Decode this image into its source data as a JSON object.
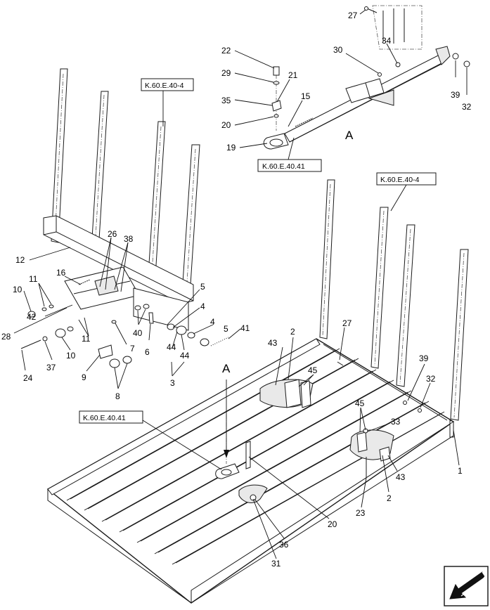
{
  "diagram": {
    "view_label": "A",
    "refs": [
      "K.60.E.40-4",
      "K.60.E.40.41",
      "K.60.E.40-4",
      "K.60.E.40.41"
    ],
    "callouts": [
      "27",
      "34",
      "22",
      "30",
      "29",
      "21",
      "35",
      "15",
      "39",
      "32",
      "20",
      "19",
      "26",
      "38",
      "12",
      "16",
      "11",
      "10",
      "5",
      "4",
      "28",
      "42",
      "40",
      "4",
      "5",
      "41",
      "11",
      "7",
      "6",
      "44",
      "44",
      "24",
      "37",
      "10",
      "9",
      "8",
      "3",
      "2",
      "27",
      "43",
      "45",
      "39",
      "32",
      "45",
      "33",
      "1",
      "2",
      "43",
      "23",
      "20",
      "36",
      "31"
    ],
    "icons": {
      "nav_arrow": "arrow-down-left-icon"
    }
  }
}
